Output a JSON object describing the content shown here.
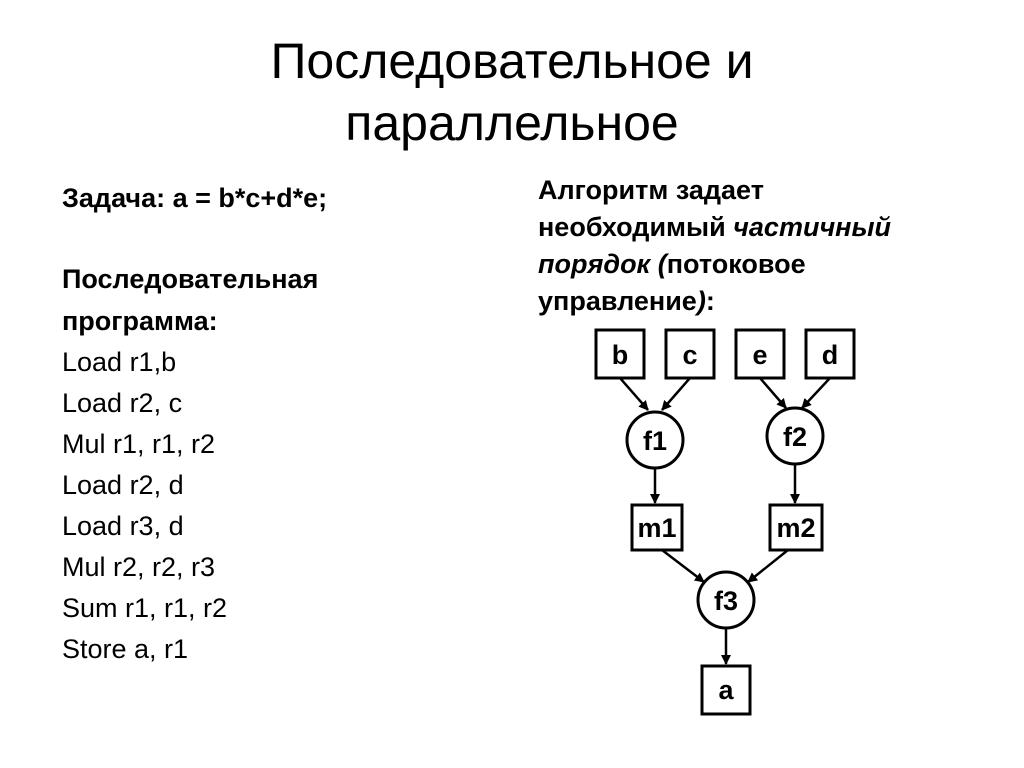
{
  "title": {
    "line1": "Последовательное и",
    "line2": "параллельное"
  },
  "left": {
    "task": "Задача: a = b*c+d*e;",
    "program_title_line1": "Последовательная",
    "program_title_line2": "программа:",
    "code": [
      "Load r1,b",
      "Load r2, c",
      "Mul r1, r1, r2",
      "Load r2, d",
      "Load r3, d",
      "Mul r2, r2, r3",
      "Sum r1, r1, r2",
      "Store a, r1"
    ]
  },
  "right": {
    "line1": "Алгоритм задает",
    "line2_normal": "необходимый ",
    "line2_italic": "частичный",
    "line3_italic": "порядок (",
    "line3_normal": "потоковое",
    "line4_normal": "управление",
    "line4_italic": ")",
    "line4_end": ":"
  },
  "graph": {
    "nodes": {
      "b": "b",
      "c": "c",
      "e": "e",
      "d": "d",
      "f1": "f1",
      "f2": "f2",
      "m1": "m1",
      "m2": "m2",
      "f3": "f3",
      "a": "a"
    }
  }
}
